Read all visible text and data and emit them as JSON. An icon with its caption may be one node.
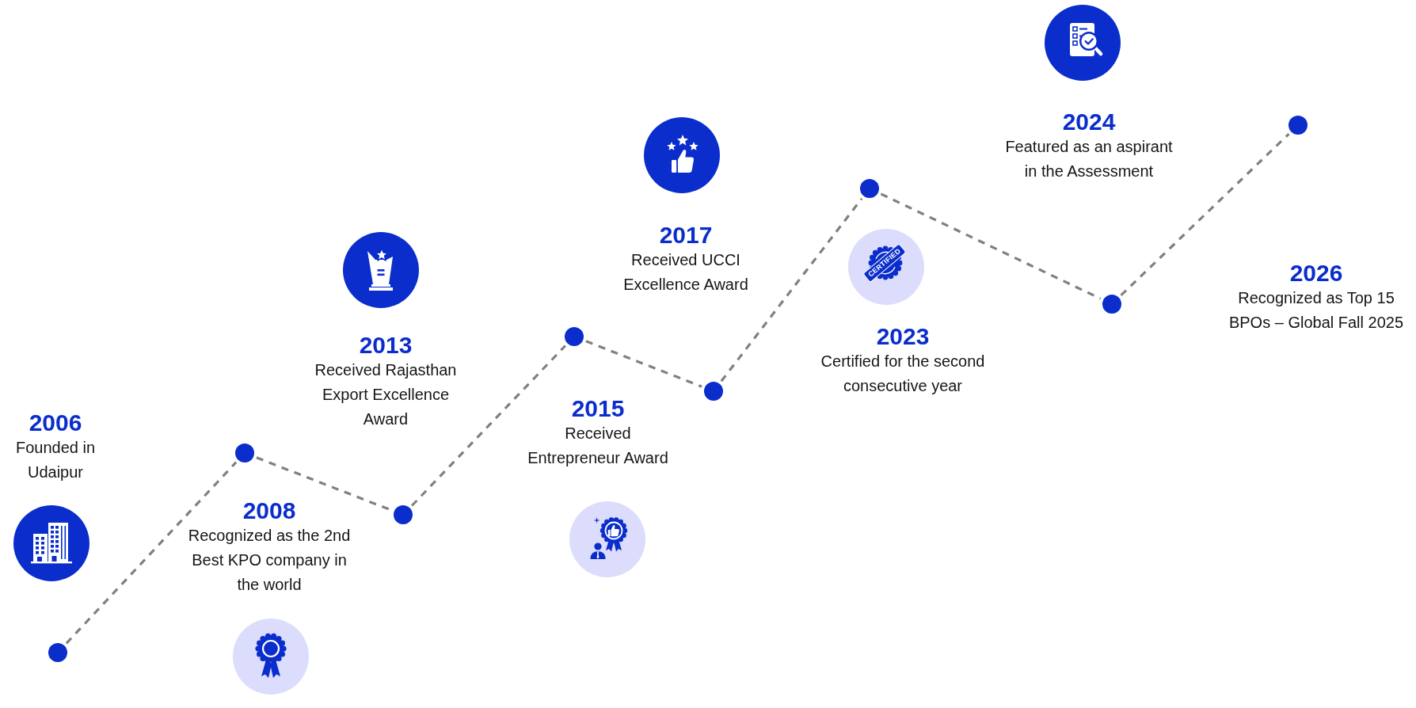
{
  "diagram": {
    "nodes": [
      {
        "text": [],
        "shape": "circle",
        "beside": [
          "2006",
          "Founded in Udaipur"
        ]
      },
      {
        "text": [],
        "shape": "circle",
        "beside": [
          "2008",
          "Recognized as the 2nd Best KPO company in the world"
        ]
      },
      {
        "text": [],
        "shape": "circle",
        "beside": [
          "2013",
          "Received Rajasthan Export Excellence Award"
        ]
      },
      {
        "text": [],
        "shape": "circle",
        "beside": [
          "2015",
          "Received Entrepreneur Award"
        ]
      },
      {
        "text": [],
        "shape": "circle",
        "beside": [
          "2017",
          "Received UCCI Excellence Award"
        ]
      },
      {
        "text": [],
        "shape": "circle",
        "beside": [
          "2023",
          "Certified for the second consecutive year"
        ]
      },
      {
        "text": [],
        "shape": "circle",
        "beside": [
          "2024",
          "Featured as an aspirant in the Assessment"
        ]
      },
      {
        "text": [],
        "shape": "circle",
        "beside": [
          "2026",
          "Recognized as Top 15 BPOs – Global Fall 2025"
        ]
      }
    ],
    "edges": [
      {
        "from": 0,
        "to": 1,
        "arrow": "none",
        "style": "dashed"
      },
      {
        "from": 1,
        "to": 2,
        "arrow": "none",
        "style": "dashed"
      },
      {
        "from": 2,
        "to": 3,
        "arrow": "none",
        "style": "dashed"
      },
      {
        "from": 3,
        "to": 4,
        "arrow": "none",
        "style": "dashed"
      },
      {
        "from": 4,
        "to": 5,
        "arrow": "none",
        "style": "dashed"
      },
      {
        "from": 5,
        "to": 6,
        "arrow": "none",
        "style": "dashed"
      },
      {
        "from": 6,
        "to": 7,
        "arrow": "none",
        "style": "dashed"
      }
    ],
    "labels": [
      "CERTIFIED"
    ]
  }
}
